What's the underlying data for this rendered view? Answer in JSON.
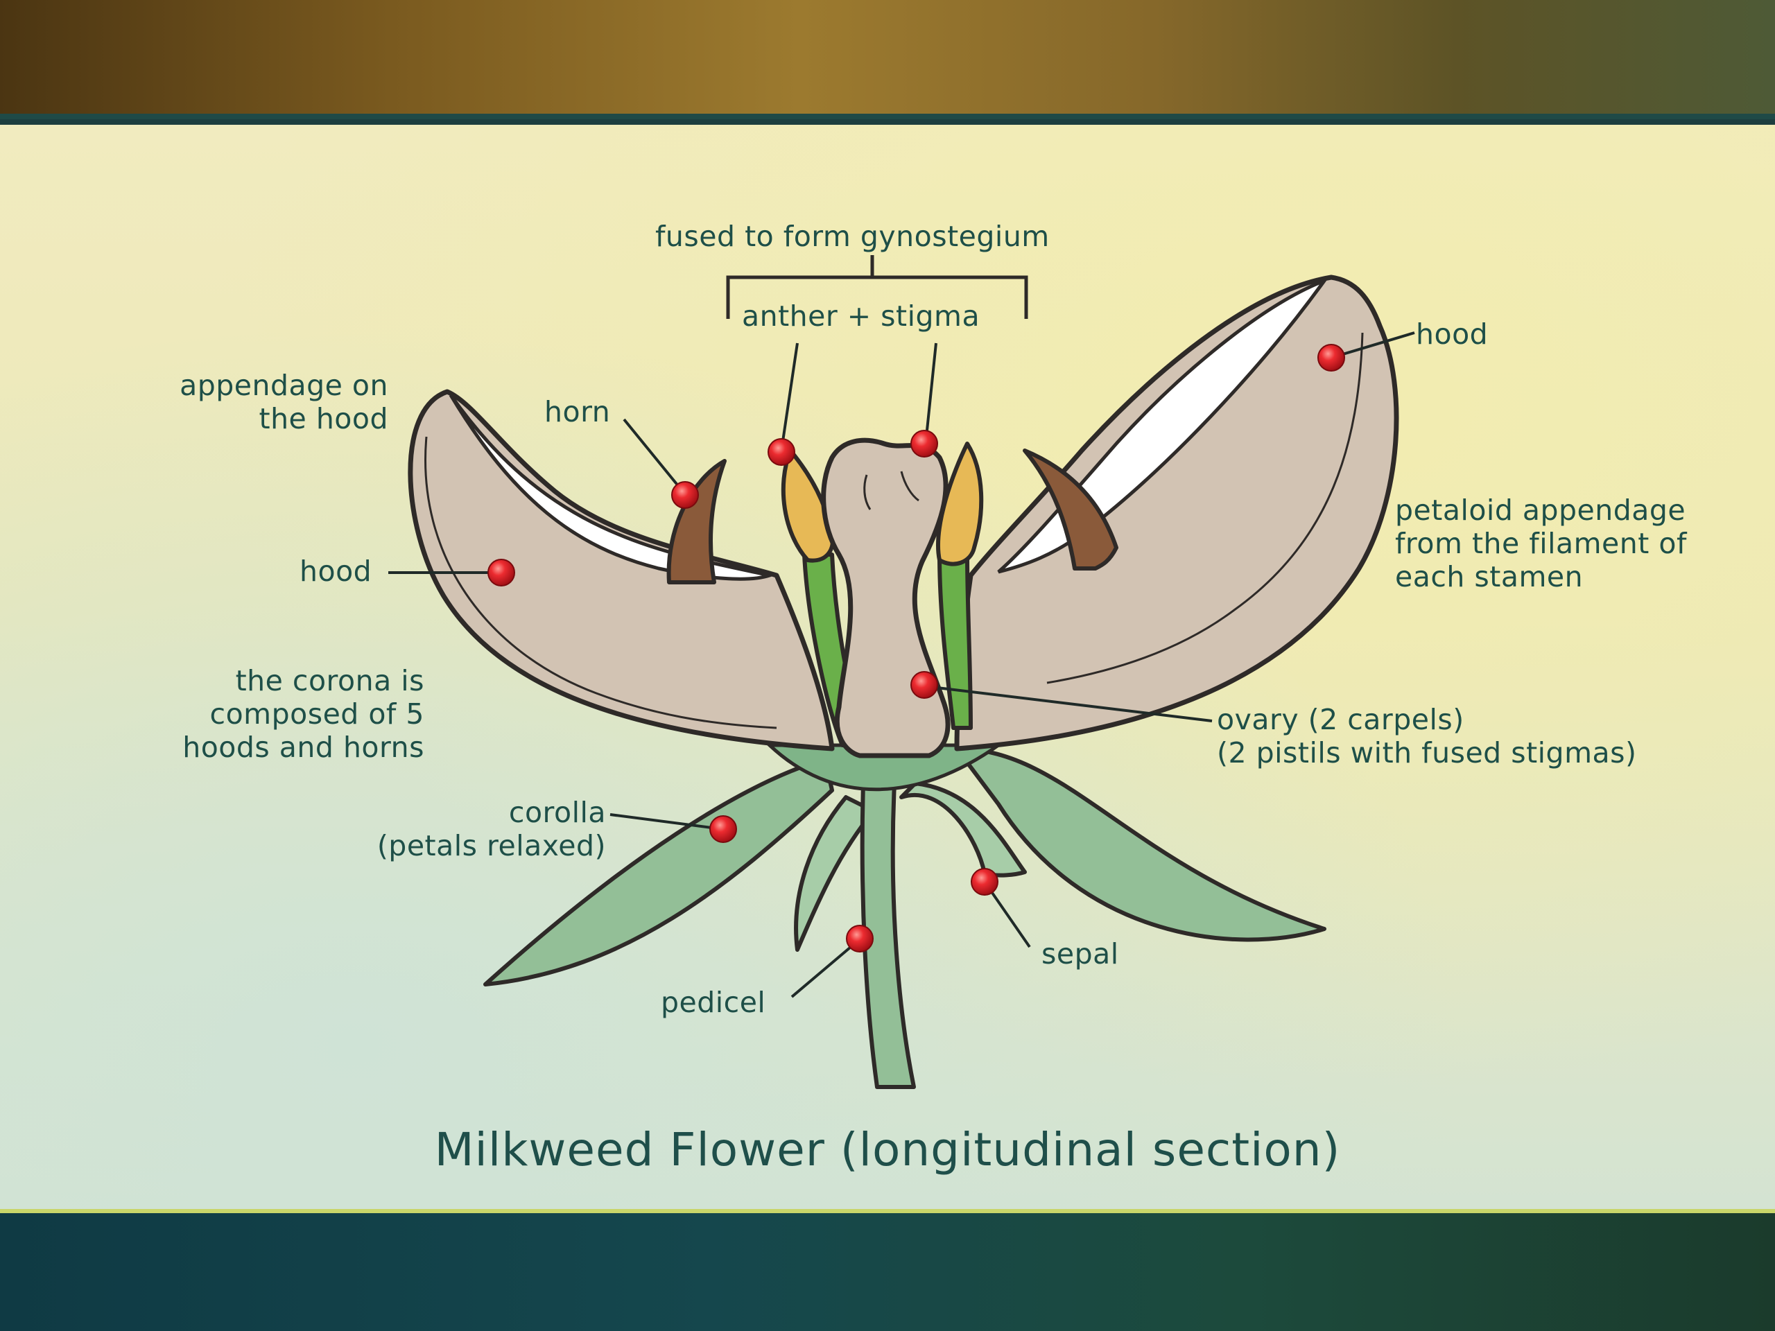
{
  "title": "Milkweed Flower (longitudinal section)",
  "labels": {
    "fused": "fused to form gynostegium",
    "anther_stigma": "anther + stigma",
    "appendage_line1": "appendage on",
    "appendage_line2": "the hood",
    "horn": "horn",
    "hood_left": "hood",
    "hood_right": "hood",
    "petaloid_line1": "petaloid appendage",
    "petaloid_line2": "from the filament of",
    "petaloid_line3": "each stamen",
    "corona_line1": "the corona is",
    "corona_line2": "composed of 5",
    "corona_line3": "hoods and horns",
    "ovary_line1": "ovary (2 carpels)",
    "ovary_line2": "(2 pistils with fused stigmas)",
    "corolla_line1": "corolla",
    "corolla_line2": "(petals relaxed)",
    "sepal": "sepal",
    "pedicel": "pedicel"
  },
  "colors": {
    "label_text": "#1e4f48",
    "marker": "#e0262c",
    "hood_fill": "#d2c3b3",
    "horn_fill": "#8a5a3a",
    "anther_fill": "#e7b956",
    "filament_fill": "#6ab04a",
    "petal_fill": "#93bf97",
    "outline": "#2e2a28"
  }
}
